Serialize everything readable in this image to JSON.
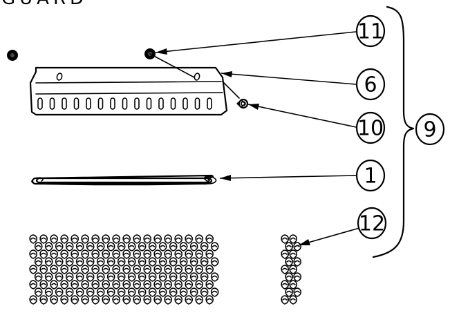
{
  "diagram": {
    "title_fragment": "GUARD",
    "callouts": [
      {
        "id": "callout-11",
        "label": "11"
      },
      {
        "id": "callout-6",
        "label": "6"
      },
      {
        "id": "callout-10",
        "label": "10"
      },
      {
        "id": "callout-9",
        "label": "9"
      },
      {
        "id": "callout-1",
        "label": "1"
      },
      {
        "id": "callout-12",
        "label": "12"
      }
    ],
    "icons": [
      "nut-icon",
      "guard-plate-icon",
      "bolt-icon",
      "rod-icon",
      "chain-mesh-icon",
      "chain-strip-icon"
    ],
    "colors": {
      "line": "#000000",
      "background": "#ffffff"
    }
  }
}
